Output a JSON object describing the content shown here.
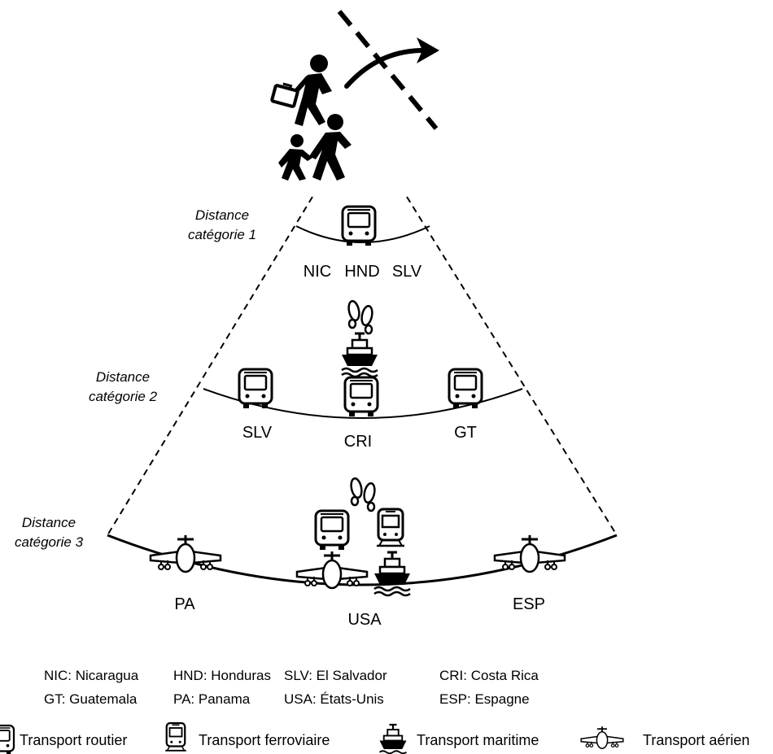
{
  "categories": [
    {
      "label_line1": "Distance",
      "label_line2": "catégorie 1"
    },
    {
      "label_line1": "Distance",
      "label_line2": "catégorie 2"
    },
    {
      "label_line1": "Distance",
      "label_line2": "catégorie 3"
    }
  ],
  "countries": {
    "cat1": [
      "NIC",
      "HND",
      "SLV"
    ],
    "cat2": [
      "SLV",
      "CRI",
      "GT"
    ],
    "cat3": [
      "PA",
      "USA",
      "ESP"
    ]
  },
  "abbreviations": [
    "NIC: Nicaragua",
    "HND: Honduras",
    "SLV: El Salvador",
    "CRI: Costa Rica",
    "GT: Guatemala",
    "PA: Panama",
    "USA: États-Unis",
    "ESP: Espagne"
  ],
  "legend": [
    {
      "icon": "bus-icon",
      "label": "Transport routier"
    },
    {
      "icon": "train-icon",
      "label": "Transport ferroviaire"
    },
    {
      "icon": "ship-icon",
      "label": "Transport maritime"
    },
    {
      "icon": "airplane-icon",
      "label": "Transport aérien"
    }
  ]
}
